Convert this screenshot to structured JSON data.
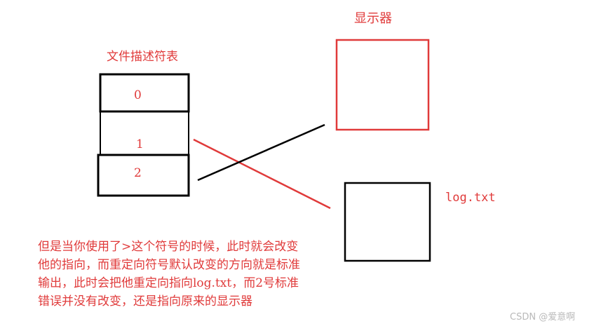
{
  "diagram": {
    "fd_table_title": "文件描述符表",
    "monitor_title": "显示器",
    "fd_entries": [
      "0",
      "1",
      "2"
    ],
    "log_file_label": "log.txt",
    "explanation_lines": [
      "但是当你使用了>这个符号的时候，此时就会改变",
      "他的指向，而重定向符号默认改变的方向就是标准",
      "输出，此时会把他重定向指向log.txt，而2号标准",
      "错误并没有改变，还是指向原来的显示器"
    ]
  },
  "watermark": "CSDN @爱意啊",
  "colors": {
    "annotation": "#e03a3a",
    "monitor_box": "#e03a3a",
    "stroke": "#000000"
  }
}
